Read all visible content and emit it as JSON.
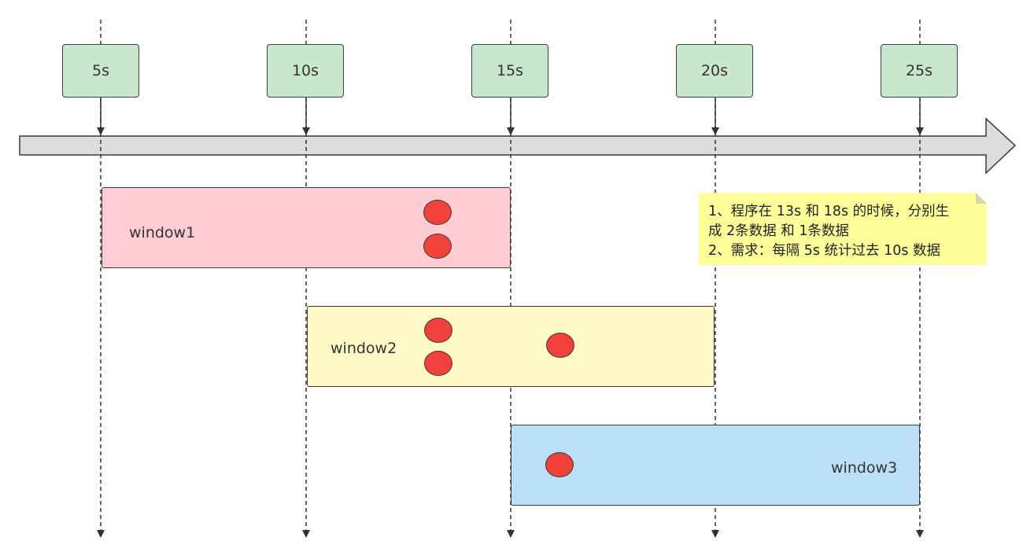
{
  "colors": {
    "tick_box": "#c9e7cd",
    "window1": "#ffccd3",
    "window2": "#fff9c6",
    "window3": "#bcdff8",
    "dot": "#f2413a",
    "note": "#ffff99",
    "axis_arrow": "#dcdcdc"
  },
  "ticks": [
    "5s",
    "10s",
    "15s",
    "20s",
    "25s"
  ],
  "windows": [
    {
      "label": "window1",
      "events": 2
    },
    {
      "label": "window2",
      "events": 3
    },
    {
      "label": "window3",
      "events": 1
    }
  ],
  "note": {
    "line1": "1、程序在 13s 和 18s 的时候，分别生",
    "line2": "成 2条数据 和 1条数据",
    "line3": "2、需求：每隔 5s 统计过去 10s 数据"
  }
}
